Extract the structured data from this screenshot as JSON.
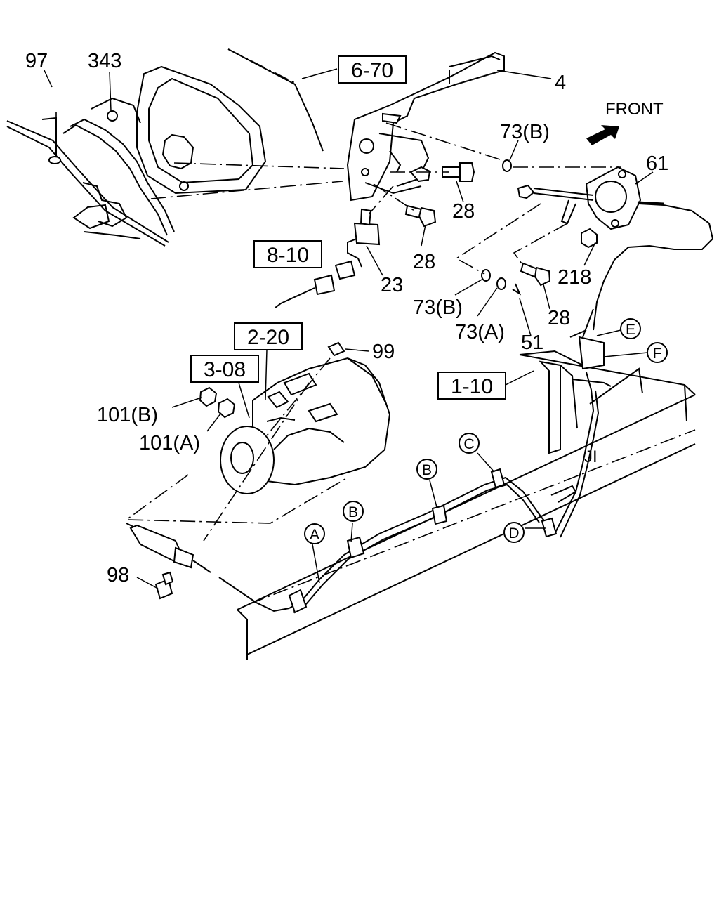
{
  "diagram": {
    "direction_label": "FRONT",
    "ref_boxes": [
      "6-70",
      "8-10",
      "2-20",
      "3-08",
      "1-10"
    ],
    "callouts": {
      "c97": "97",
      "c343": "343",
      "c4": "4",
      "c73b_top": "73(B)",
      "c61": "61",
      "c28_a": "28",
      "c28_b": "28",
      "c28_c": "28",
      "c23": "23",
      "c218": "218",
      "c73b_low": "73(B)",
      "c73a": "73(A)",
      "c51": "51",
      "c99": "99",
      "c101b": "101(B)",
      "c101a": "101(A)",
      "c98": "98",
      "frame_mark": "JI"
    },
    "clip_markers": [
      "A",
      "B",
      "B",
      "C",
      "D",
      "E",
      "F"
    ]
  }
}
